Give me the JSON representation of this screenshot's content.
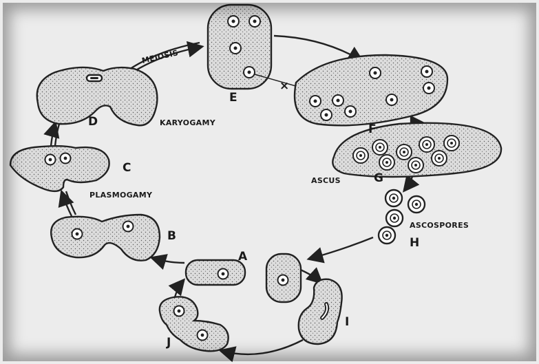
{
  "labels": {
    "meiosis": "MEIOSIS",
    "karyogamy": "KARYOGAMY",
    "plasmogamy": "PLASMOGAMY",
    "ascus": "ASCUS",
    "ascospores": "ASCOSPORES",
    "x_mark": "×"
  },
  "stages": {
    "a": "A",
    "b": "B",
    "c": "C",
    "d": "D",
    "e": "E",
    "f": "F",
    "g": "G",
    "h": "H",
    "i": "I",
    "j": "J"
  },
  "colors": {
    "background": "#ececec",
    "ink": "#222222",
    "cell_fill": "#dcdcdc"
  }
}
